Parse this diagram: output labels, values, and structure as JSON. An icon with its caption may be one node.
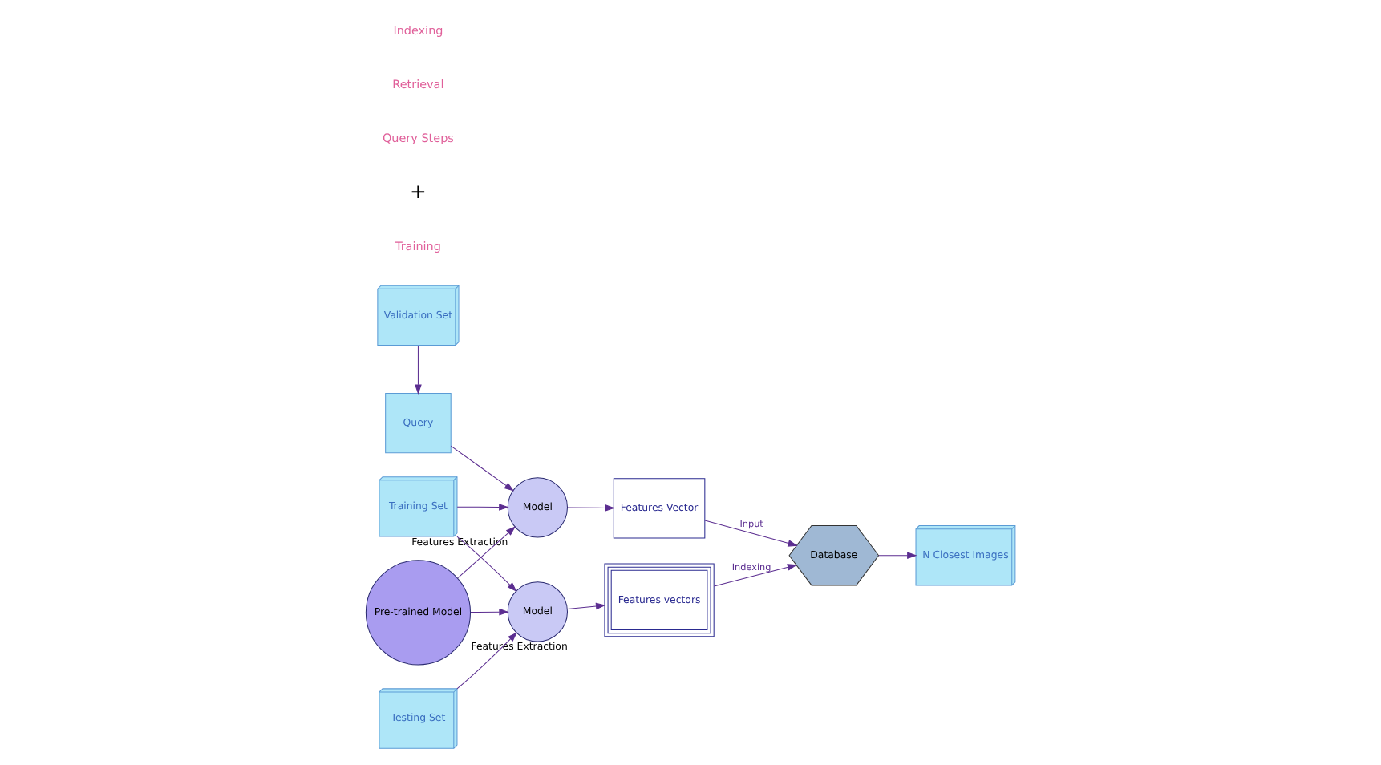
{
  "diagram": {
    "nodes": [
      {
        "text": [
          "Validation Set"
        ]
      },
      {
        "text": [
          "Training Set"
        ]
      },
      {
        "text": [
          "Pre-trained Model"
        ]
      },
      {
        "text": [
          "Query"
        ]
      },
      {
        "text": [
          "Model"
        ],
        "beside": [
          "Features Extraction"
        ]
      },
      {
        "text": [
          "Features Vector"
        ]
      },
      {
        "text": [
          "Database"
        ]
      },
      {
        "text": [
          "Features vectors"
        ]
      },
      {
        "text": [
          "Model"
        ],
        "beside": [
          "Features Extraction"
        ]
      },
      {
        "text": [
          "N Closest Images"
        ]
      },
      {
        "text": [
          "Testing Set"
        ]
      }
    ],
    "edges": [
      {
        "from": 0,
        "to": 3,
        "arrow": "to"
      },
      {
        "from": 3,
        "to": 4,
        "arrow": "to"
      },
      {
        "from": 4,
        "to": 5,
        "arrow": "to"
      },
      {
        "from": 5,
        "to": 6,
        "arrow": "to",
        "label": "Input"
      },
      {
        "from": 7,
        "to": 6,
        "arrow": "to",
        "label": "Indexing"
      },
      {
        "from": 8,
        "to": 7,
        "arrow": "to"
      },
      {
        "from": 10,
        "to": 8,
        "arrow": "to"
      },
      {
        "from": 6,
        "to": 9,
        "arrow": "to"
      },
      {
        "from": 1,
        "to": 4,
        "arrow": "to"
      },
      {
        "from": 2,
        "to": 4,
        "arrow": "to"
      },
      {
        "from": 1,
        "to": 8,
        "arrow": "to"
      },
      {
        "from": 2,
        "to": 8,
        "arrow": "to"
      }
    ],
    "labels": [
      "Training",
      "+",
      "Query Steps",
      "Retrieval",
      "Indexing"
    ]
  }
}
